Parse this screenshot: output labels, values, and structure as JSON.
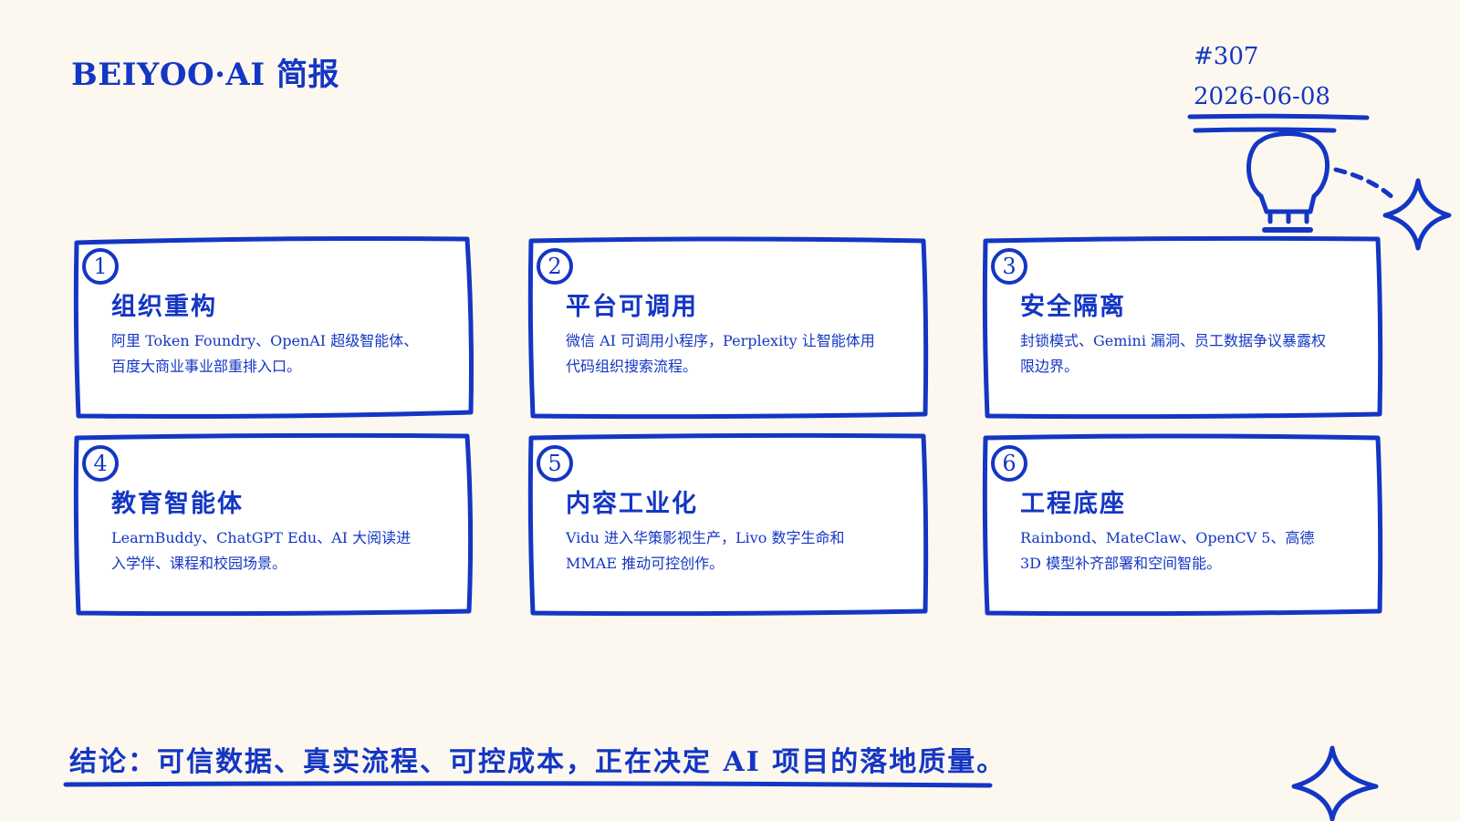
{
  "header": {
    "title": "BEIYOO·AI 简报",
    "issue_number": "#307",
    "date": "2026-06-08"
  },
  "cards": [
    {
      "number": "1",
      "title": "组织重构",
      "description": "阿里 Token Foundry、OpenAI 超级智能体、百度大商业事业部重排入口。"
    },
    {
      "number": "2",
      "title": "平台可调用",
      "description": "微信 AI 可调用小程序，Perplexity 让智能体用代码组织搜索流程。"
    },
    {
      "number": "3",
      "title": "安全隔离",
      "description": "封锁模式、Gemini 漏洞、员工数据争议暴露权限边界。"
    },
    {
      "number": "4",
      "title": "教育智能体",
      "description": "LearnBuddy、ChatGPT Edu、AI 大阅读进入学伴、课程和校园场景。"
    },
    {
      "number": "5",
      "title": "内容工业化",
      "description": "Vidu 进入华策影视生产，Livo 数字生命和 MMAE 推动可控创作。"
    },
    {
      "number": "6",
      "title": "工程底座",
      "description": "Rainbond、MateClaw、OpenCV 5、高德 3D 模型补齐部署和空间智能。"
    }
  ],
  "conclusion": "结论：可信数据、真实流程、可控成本，正在决定 AI 项目的落地质量。",
  "colors": {
    "accent": "#1436C4",
    "background": "#FCF8EF",
    "card_fill": "#FFFFFF"
  },
  "icons": [
    "lightbulb-icon",
    "sparkle-star-icon"
  ]
}
